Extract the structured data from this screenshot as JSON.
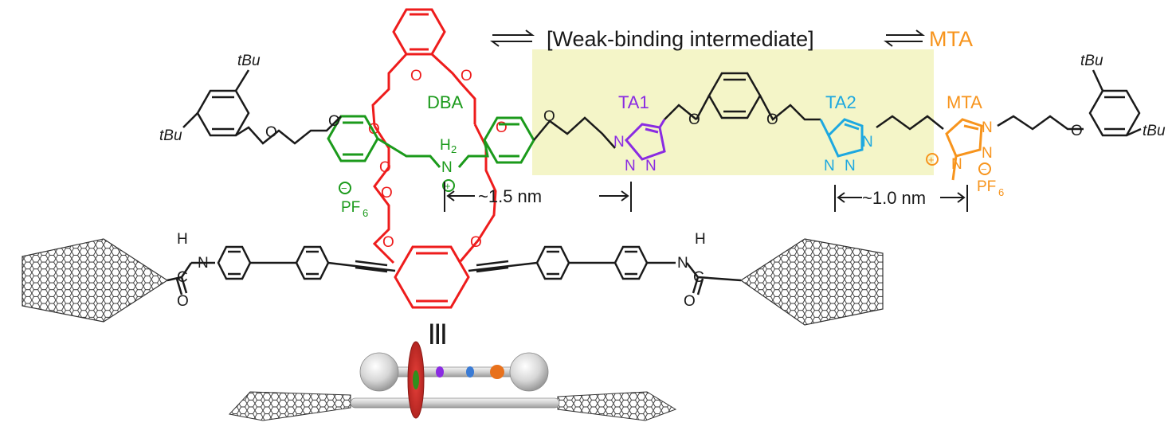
{
  "scheme": {
    "equilibrium_label": "[Weak-binding intermediate]",
    "equilibrium_product": "MTA"
  },
  "labels": {
    "dba": "DBA",
    "ta1": "TA1",
    "ta2": "TA2",
    "mta": "MTA",
    "tbu_left_top": "tBu",
    "tbu_left_bottom": "tBu",
    "tbu_right_top": "tBu",
    "tbu_right_bottom": "tBu",
    "distance_1": "~1.5 nm",
    "distance_2": "~1.0 nm",
    "identity_symbol": "|||"
  },
  "atoms": {
    "oxygen": "O",
    "nitrogen": "N",
    "hydrogen": "H",
    "ammonium_h2": "H",
    "ammonium_h2_sub": "2",
    "plus": "+",
    "minus": "−",
    "pf": "PF",
    "pf_sub": "6",
    "carbon": "C"
  },
  "colors": {
    "crown": "#ee1c1c",
    "dba": "#1b9a1b",
    "ta1": "#8a2be2",
    "ta2": "#1da8e0",
    "mta": "#f7941d",
    "axle_box": "#f4f5c8",
    "black": "#1a1a1a"
  }
}
